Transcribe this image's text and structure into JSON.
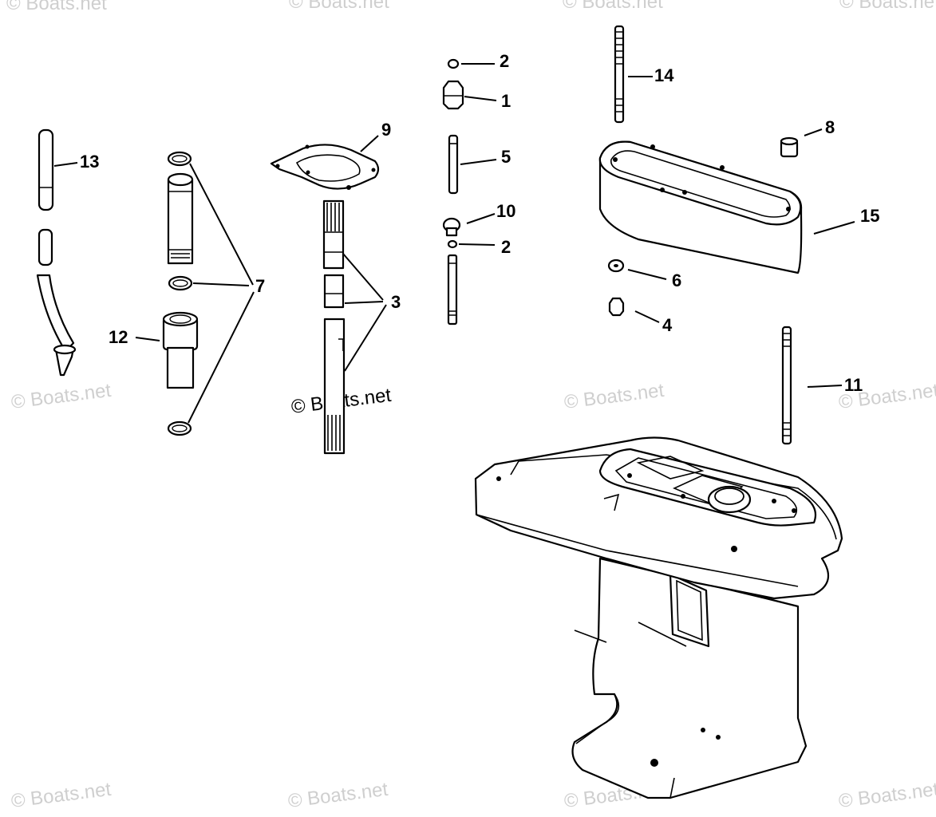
{
  "watermark": "© Boats.net",
  "callouts": {
    "c1": "1",
    "c2a": "2",
    "c2b": "2",
    "c3": "3",
    "c4": "4",
    "c5": "5",
    "c6": "6",
    "c7": "7",
    "c8": "8",
    "c9": "9",
    "c10": "10",
    "c11": "11",
    "c12": "12",
    "c13": "13",
    "c14": "14",
    "c15": "15"
  }
}
